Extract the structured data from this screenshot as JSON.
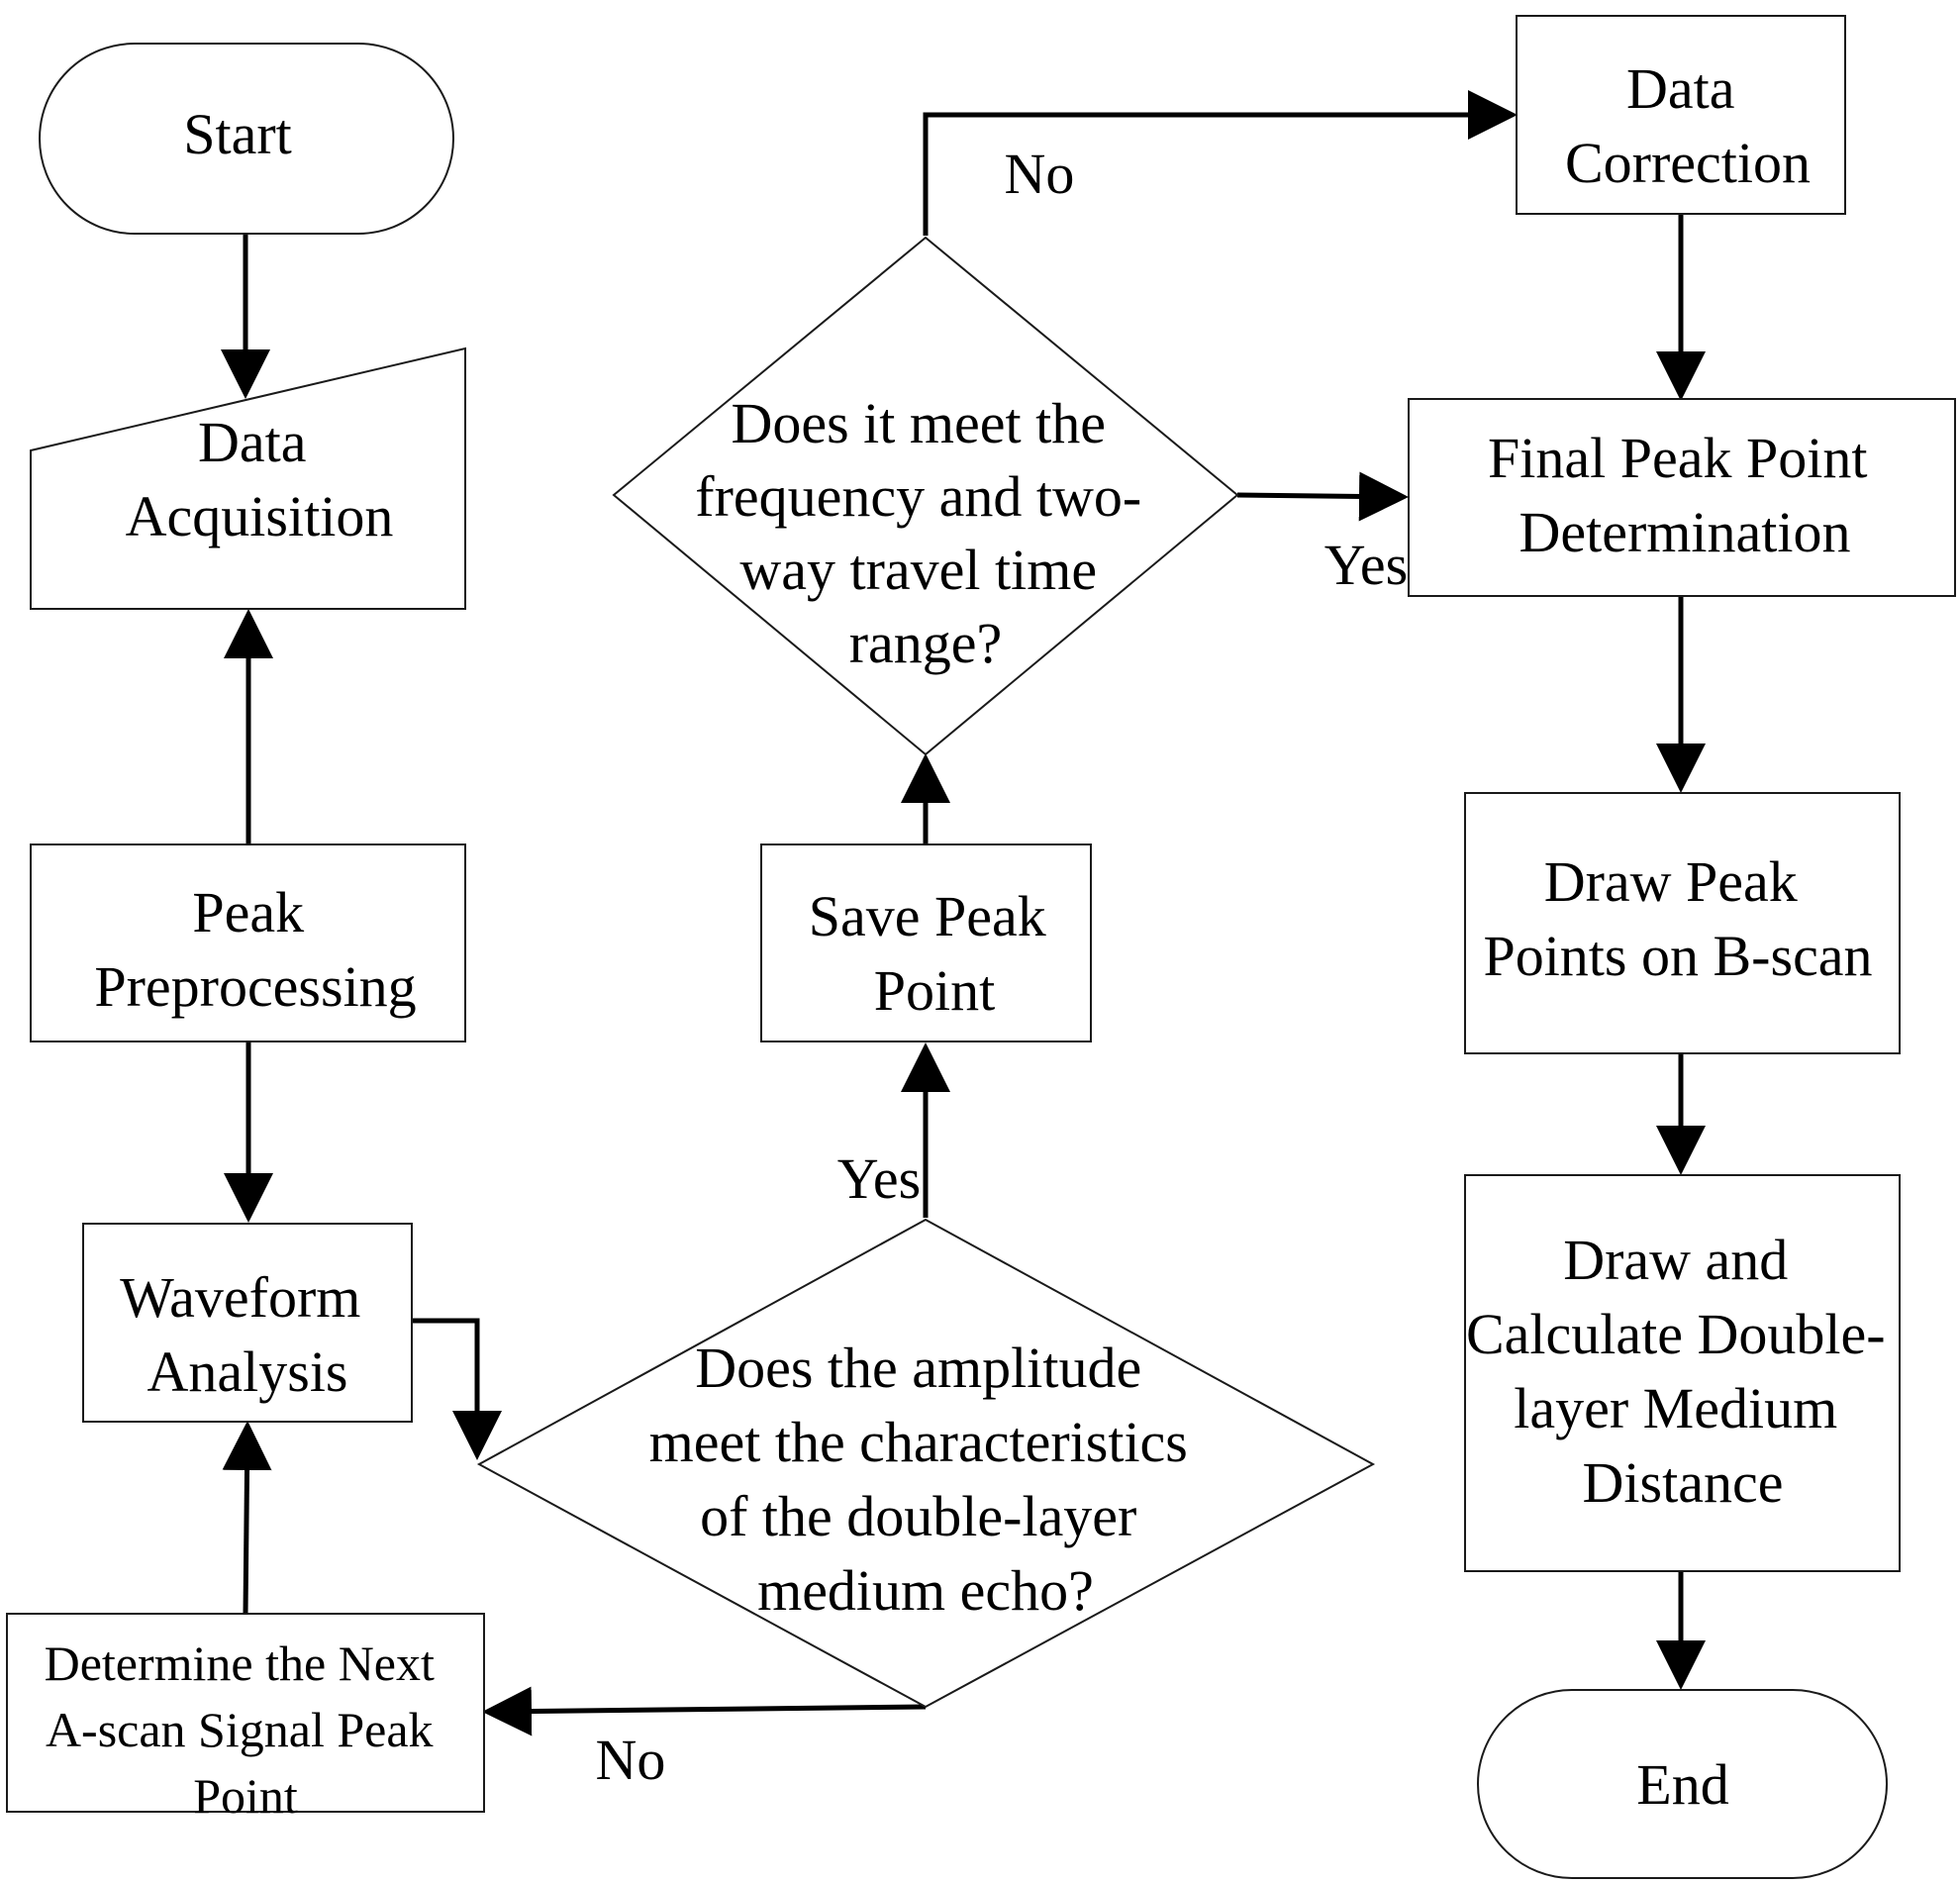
{
  "nodes": {
    "start": {
      "lines": [
        "Start"
      ]
    },
    "data_acquisition": {
      "lines": [
        "Data",
        "Acquisition"
      ]
    },
    "peak_preprocessing": {
      "lines": [
        "Peak",
        "Preprocessing"
      ]
    },
    "waveform_analysis": {
      "lines": [
        "Waveform",
        "Analysis"
      ]
    },
    "determine_next": {
      "lines": [
        "Determine the Next",
        "A-scan Signal Peak",
        "Point"
      ]
    },
    "amplitude_decision": {
      "lines": [
        "Does the amplitude",
        "meet the characteristics",
        "of the double-layer",
        "medium echo?"
      ]
    },
    "save_peak_point": {
      "lines": [
        "Save Peak",
        "Point"
      ]
    },
    "frequency_decision": {
      "lines": [
        "Does it meet the",
        "frequency and two-",
        "way travel time",
        "range?"
      ]
    },
    "data_correction": {
      "lines": [
        "Data",
        "Correction"
      ]
    },
    "final_peak_determination": {
      "lines": [
        "Final Peak Point",
        "Determination"
      ]
    },
    "draw_peak_points": {
      "lines": [
        "Draw Peak",
        "Points on B-scan"
      ]
    },
    "draw_calculate": {
      "lines": [
        "Draw and",
        "Calculate Double-",
        "layer Medium",
        "Distance"
      ]
    },
    "end": {
      "lines": [
        "End"
      ]
    }
  },
  "edge_labels": {
    "freq_no": "No",
    "freq_yes": "Yes",
    "amp_yes": "Yes",
    "amp_no": "No"
  },
  "colors": {
    "stroke": "#000000",
    "fill": "#ffffff"
  }
}
